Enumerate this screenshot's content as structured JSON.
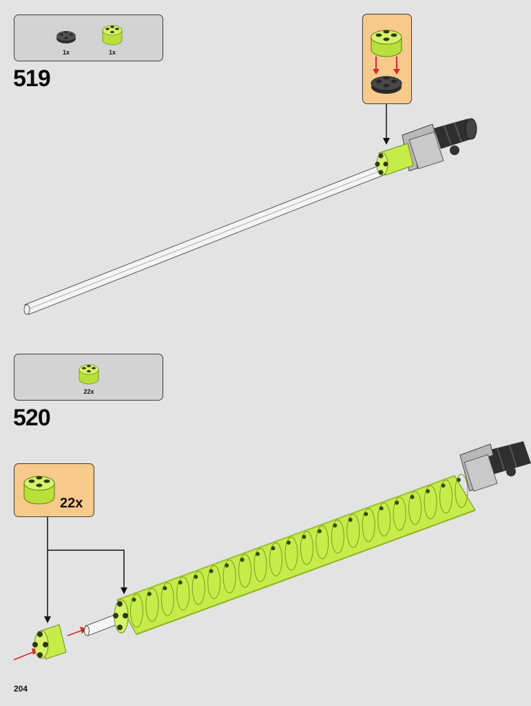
{
  "page": {
    "number": "204"
  },
  "steps": [
    {
      "number": "519",
      "parts": [
        {
          "icon": "dark-gray-round-plate-icon",
          "qty": "1x"
        },
        {
          "icon": "lime-round-brick-icon",
          "qty": "1x"
        }
      ],
      "callout_icon": "round-brick-onto-plate-icon"
    },
    {
      "number": "520",
      "parts": [
        {
          "icon": "lime-round-brick-icon",
          "qty": "22x"
        }
      ],
      "callout": {
        "icon": "lime-round-brick-icon",
        "qty": "22x"
      }
    }
  ],
  "colors": {
    "background": "#e3e3e3",
    "parts_box": "#d3d3d3",
    "callout": "#f7c98a",
    "lime_trans": "#c6ec4a",
    "dark_gray": "#3a3a3a",
    "arrow_red": "#d9262b"
  }
}
